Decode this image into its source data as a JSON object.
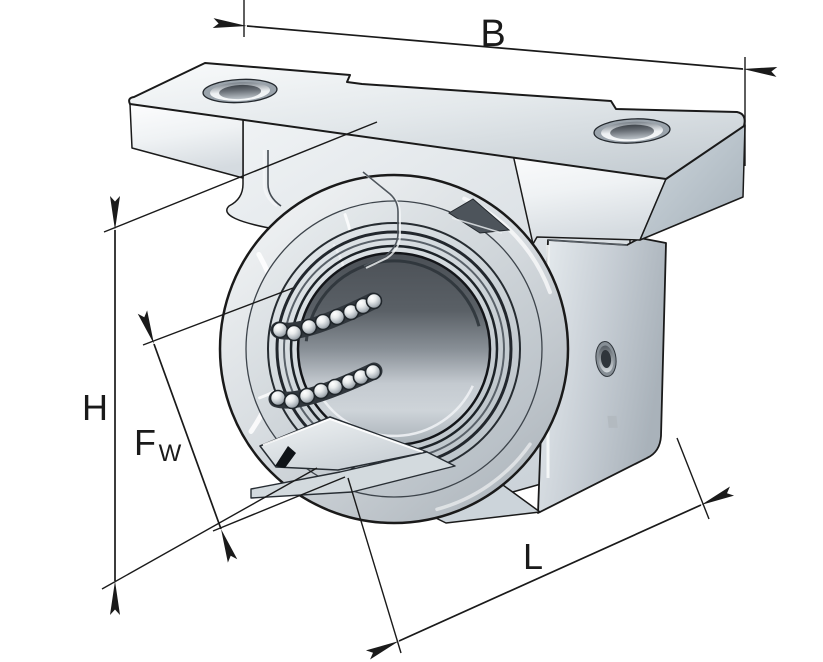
{
  "figure": {
    "subject": "Linear ball bearing and housing unit, sectioned isometric technical illustration",
    "background": "#ffffff",
    "outline_color": "#1a1a1a"
  },
  "dimensions": {
    "B": {
      "label": "B",
      "role": "overall width across flange plate",
      "placement": "top"
    },
    "H": {
      "label": "H",
      "role": "overall height of unit",
      "placement": "left"
    },
    "FW": {
      "label": "F",
      "subscript": "W",
      "role": "bore diameter of bearing",
      "placement": "diagonal-left"
    },
    "L": {
      "label": "L",
      "role": "housing length",
      "placement": "bottom-right"
    }
  },
  "parts": {
    "flange_plate": "top mounting plate with two counterbored bolt holes",
    "housing_block": "housing body with side lubrication hole",
    "bearing": "linear ball bearing with two visible recirculating ball rows",
    "ball_rows": 2,
    "balls_per_row": 8
  },
  "colors": {
    "metal_light": "#f2f4f6",
    "metal_mid": "#c7ced4",
    "metal_dark": "#9aa3ab",
    "plate_end_face": "#b7c1c9",
    "bore_dark": "#4b5056",
    "outline": "#1a1a1a"
  }
}
